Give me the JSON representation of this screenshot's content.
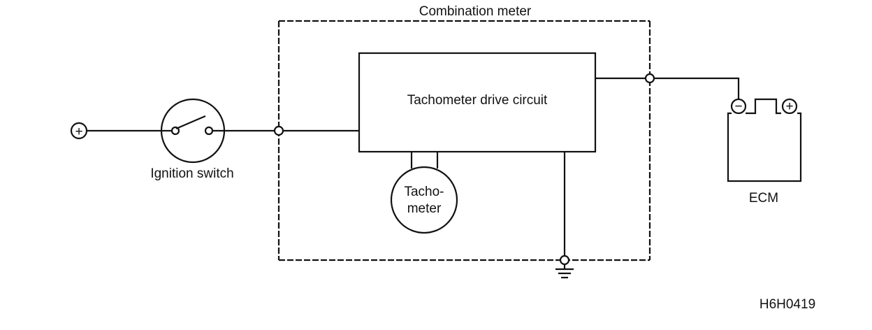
{
  "labels": {
    "combination_meter": "Combination meter",
    "tachometer_drive_circuit": "Tachometer drive circuit",
    "ignition_switch": "Ignition switch",
    "tachometer_line1": "Tacho-",
    "tachometer_line2": "meter",
    "ecm": "ECM",
    "figure_code": "H6H0419"
  },
  "symbols": {
    "positive": "+",
    "negative": "−"
  }
}
